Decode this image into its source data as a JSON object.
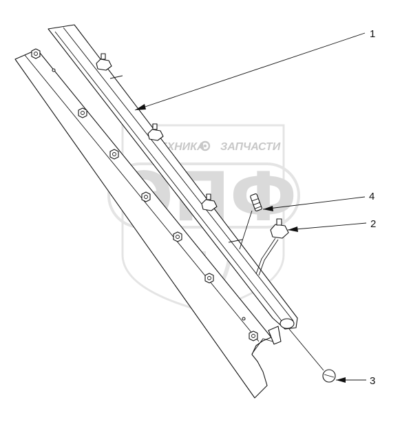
{
  "watermark": {
    "brand_left": "ТЕХНИКА",
    "brand_right": "ЗАПЧАСТИ",
    "monogram": "ЭПФ",
    "color": "#bdbdbd",
    "icon": "gear-icon"
  },
  "callouts": [
    {
      "id": "1",
      "label": "1"
    },
    {
      "id": "2",
      "label": "2"
    },
    {
      "id": "3",
      "label": "3"
    },
    {
      "id": "4",
      "label": "4"
    }
  ],
  "colors": {
    "line": "#111111",
    "background": "#ffffff"
  }
}
